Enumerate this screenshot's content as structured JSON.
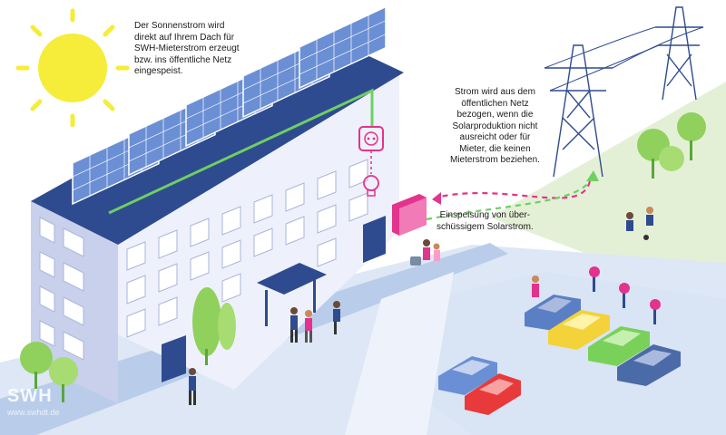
{
  "texts": {
    "solar": [
      "Der Sonnenstrom wird",
      "direkt auf Ihrem Dach für",
      "SWH-Mieterstrom erzeugt",
      "bzw. ins öffentliche Netz",
      "eingespeist."
    ],
    "grid": [
      "Strom wird aus dem",
      "öffentlichen Netz",
      "bezogen, wenn die",
      "Solarproduktion nicht",
      "ausreicht oder für",
      "Mieter, die keinen",
      "Mieterstrom beziehen."
    ],
    "feedin": [
      "Einspeisung von über-",
      "schüssigem Solarstrom."
    ]
  },
  "brand": {
    "logo": "SWH",
    "url": "www.swhdt.de"
  },
  "colors": {
    "sun": "#f6ec3a",
    "building_front": "#eef1fb",
    "building_side": "#c3cbe8",
    "roof": "#2f4b8f",
    "solar_panel": "#6b8fd4",
    "green_line": "#6fcf63",
    "magenta": "#e3338c",
    "sidewalk": "#b9cdea",
    "parking": "#d9e4f4",
    "lawn": "#e4f0d6"
  },
  "icons": [
    "sun-icon",
    "power-outlet-icon",
    "light-bulb-icon",
    "power-pylon-icon"
  ]
}
